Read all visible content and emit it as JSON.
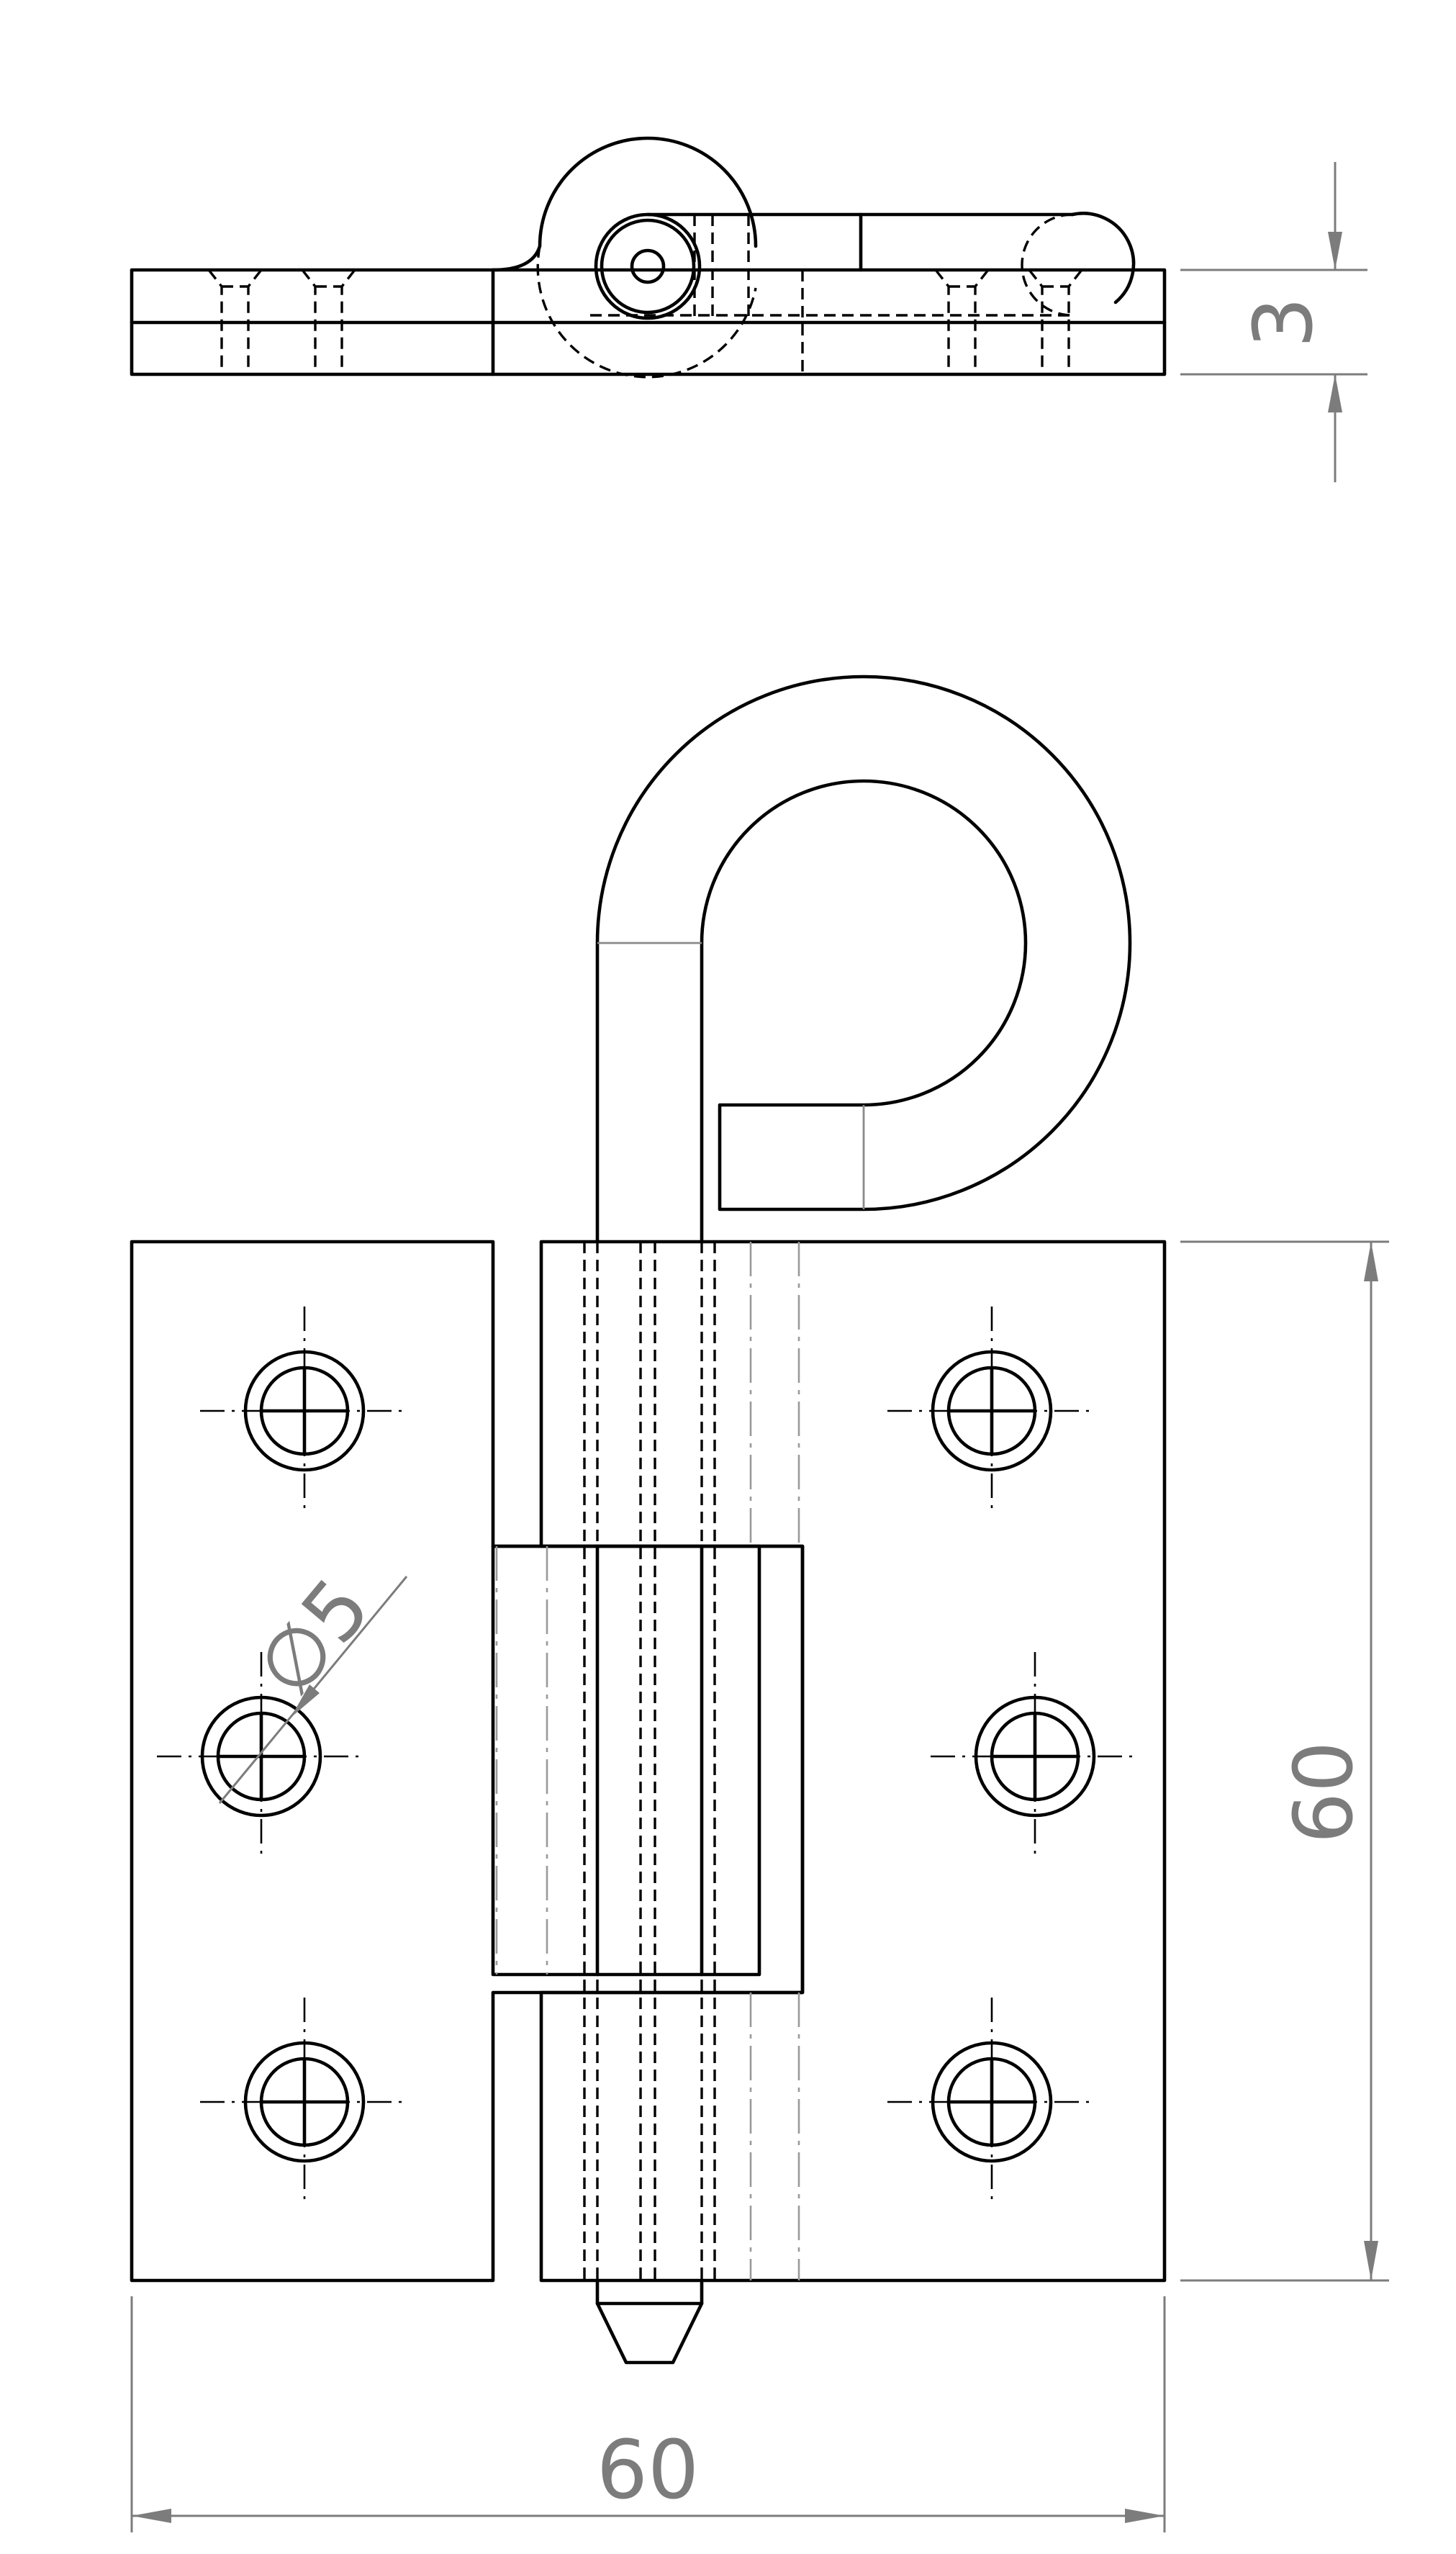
{
  "drawing": {
    "dimensions": {
      "thickness": "3",
      "height": "60",
      "width": "60",
      "hole_diameter": "∅5"
    },
    "hole_count": 6,
    "views": [
      "top-view",
      "front-view"
    ]
  }
}
